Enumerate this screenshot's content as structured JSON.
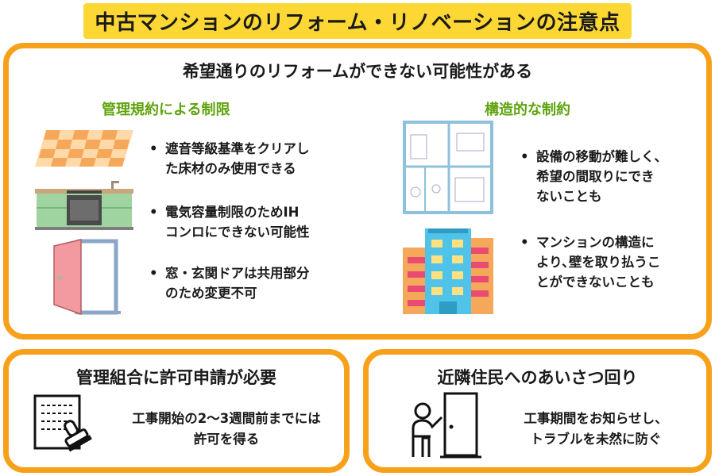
{
  "title": "中古マンションのリフォーム・リノベーションの注意点",
  "main": {
    "heading": "希望通りのリフォームができない可能性がある",
    "left": {
      "subheading": "管理規約による制限",
      "items": [
        {
          "icon": "flooring-icon",
          "text": "遮音等級基準をクリアした床材のみ使用できる",
          "line1": "遮音等級基準をクリアし",
          "line2": "た床材のみ使用できる"
        },
        {
          "icon": "kitchen-icon",
          "text": "電気容量制限のためIHコンロにできない可能性",
          "line1": "電気容量制限のためIH",
          "line2": "コンロにできない可能性"
        },
        {
          "icon": "door-icon",
          "text": "窓・玄関ドアは共用部分のため変更不可",
          "line1": "窓・玄関ドアは共用部分",
          "line2": "のため変更不可"
        }
      ]
    },
    "right": {
      "subheading": "構造的な制約",
      "items": [
        {
          "icon": "floor-plan-icon",
          "line1": "設備の移動が難しく、",
          "line2": "希望の間取りにでき",
          "line3": "ないことも"
        },
        {
          "icon": "apartment-building-icon",
          "line1": "マンションの構造に",
          "line2": "より､壁を取り払うこ",
          "line3": "とができないことも"
        }
      ]
    }
  },
  "permit": {
    "heading": "管理組合に許可申請が必要",
    "icon": "permit-document-icon",
    "line1": "工事開始の2〜3週間前までには",
    "line2": "許可を得る"
  },
  "neighbors": {
    "heading": "近隣住民へのあいさつ回り",
    "icon": "visit-neighbor-icon",
    "line1": "工事期間をお知らせし、",
    "line2": "トラブルを未然に防ぐ"
  },
  "bullet_char": "•",
  "colors": {
    "accent_orange": "#f7a11a",
    "title_yellow": "#fdd835",
    "sub_green": "#5fa40e"
  }
}
